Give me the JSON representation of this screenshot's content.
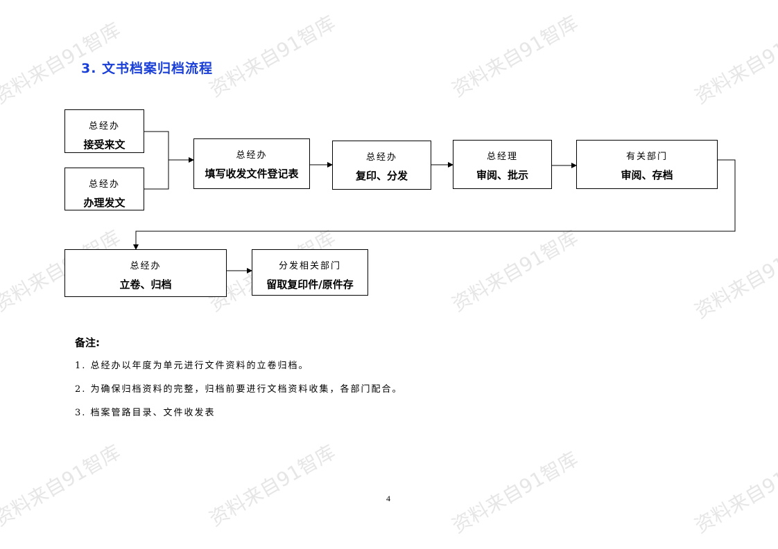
{
  "watermark": "资料来自91智库",
  "title": "3. 文书档案归档流程",
  "flow": [
    {
      "dept": "总经办",
      "action": "接受来文"
    },
    {
      "dept": "总经办",
      "action": "办理发文"
    },
    {
      "dept": "总经办",
      "action": "填写收发文件登记表"
    },
    {
      "dept": "总经办",
      "action": "复印、分发"
    },
    {
      "dept": "总经理",
      "action": "审阅、批示"
    },
    {
      "dept": "有关部门",
      "action": "审阅、存档"
    },
    {
      "dept": "总经办",
      "action": "立卷、归档"
    },
    {
      "dept": "分发相关部门",
      "action": "留取复印件/原件存"
    }
  ],
  "notes": {
    "heading": "备注:",
    "items": [
      "1. 总经办以年度为单元进行文件资料的立卷归档。",
      "2. 为确保归档资料的完整，归档前要进行文档资料收集，各部门配合。",
      "3. 档案管路目录、文件收发表"
    ]
  },
  "page_number": "4"
}
